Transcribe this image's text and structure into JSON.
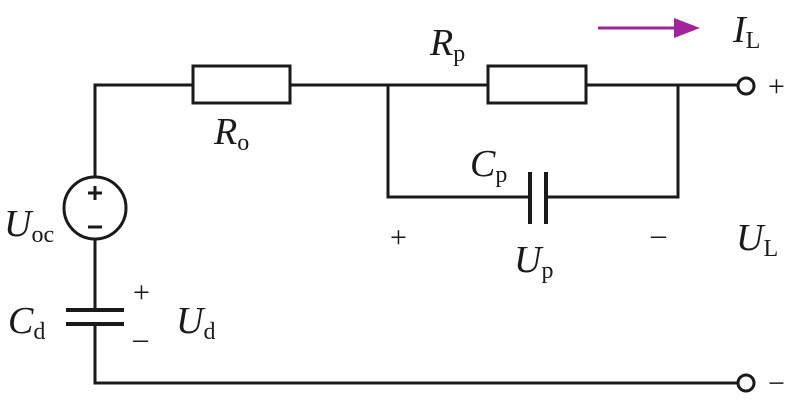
{
  "colors": {
    "wire": "#1a1a1a",
    "arrow": "#a0259a"
  },
  "labels": {
    "r_o": {
      "main": "R",
      "sub": "o"
    },
    "r_p": {
      "main": "R",
      "sub": "p"
    },
    "c_p": {
      "main": "C",
      "sub": "p"
    },
    "c_d": {
      "main": "C",
      "sub": "d"
    },
    "u_oc": {
      "main": "U",
      "sub": "oc"
    },
    "u_p": {
      "main": "U",
      "sub": "p"
    },
    "u_d": {
      "main": "U",
      "sub": "d"
    },
    "u_l": {
      "main": "U",
      "sub": "L"
    },
    "i_l": {
      "main": "I",
      "sub": "L"
    }
  },
  "signs": {
    "plus": "+",
    "minus": "−",
    "dash": "–"
  }
}
